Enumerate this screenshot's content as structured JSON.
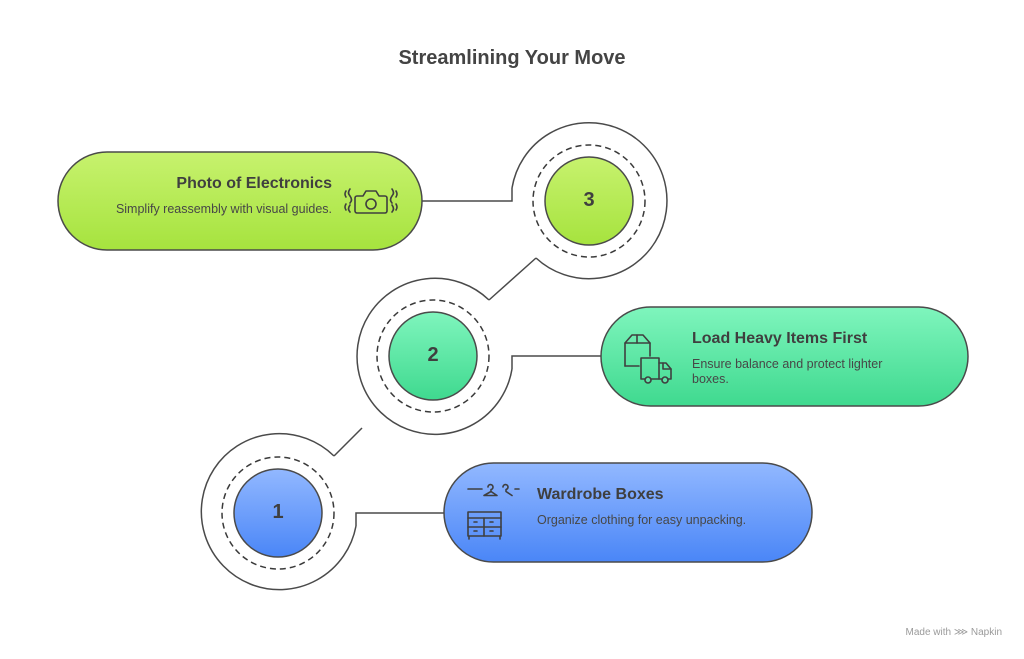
{
  "title": "Streamlining Your Move",
  "steps": [
    {
      "number": "1",
      "title": "Wardrobe Boxes",
      "description": "Organize clothing for easy unpacking.",
      "icon": "hangers-dresser-icon",
      "color_top": "#92b8ff",
      "color_bottom": "#4a86f7"
    },
    {
      "number": "2",
      "title": "Load Heavy Items First",
      "description": "Ensure balance and protect lighter boxes.",
      "icon": "box-truck-icon",
      "color_top": "#7ff5bd",
      "color_bottom": "#3fd98f"
    },
    {
      "number": "3",
      "title": "Photo of Electronics",
      "description": "Simplify reassembly with visual guides.",
      "icon": "vibrating-camera-icon",
      "color_top": "#c7f26e",
      "color_bottom": "#a6e33e"
    }
  ],
  "watermark": "Made with ⋙ Napkin"
}
